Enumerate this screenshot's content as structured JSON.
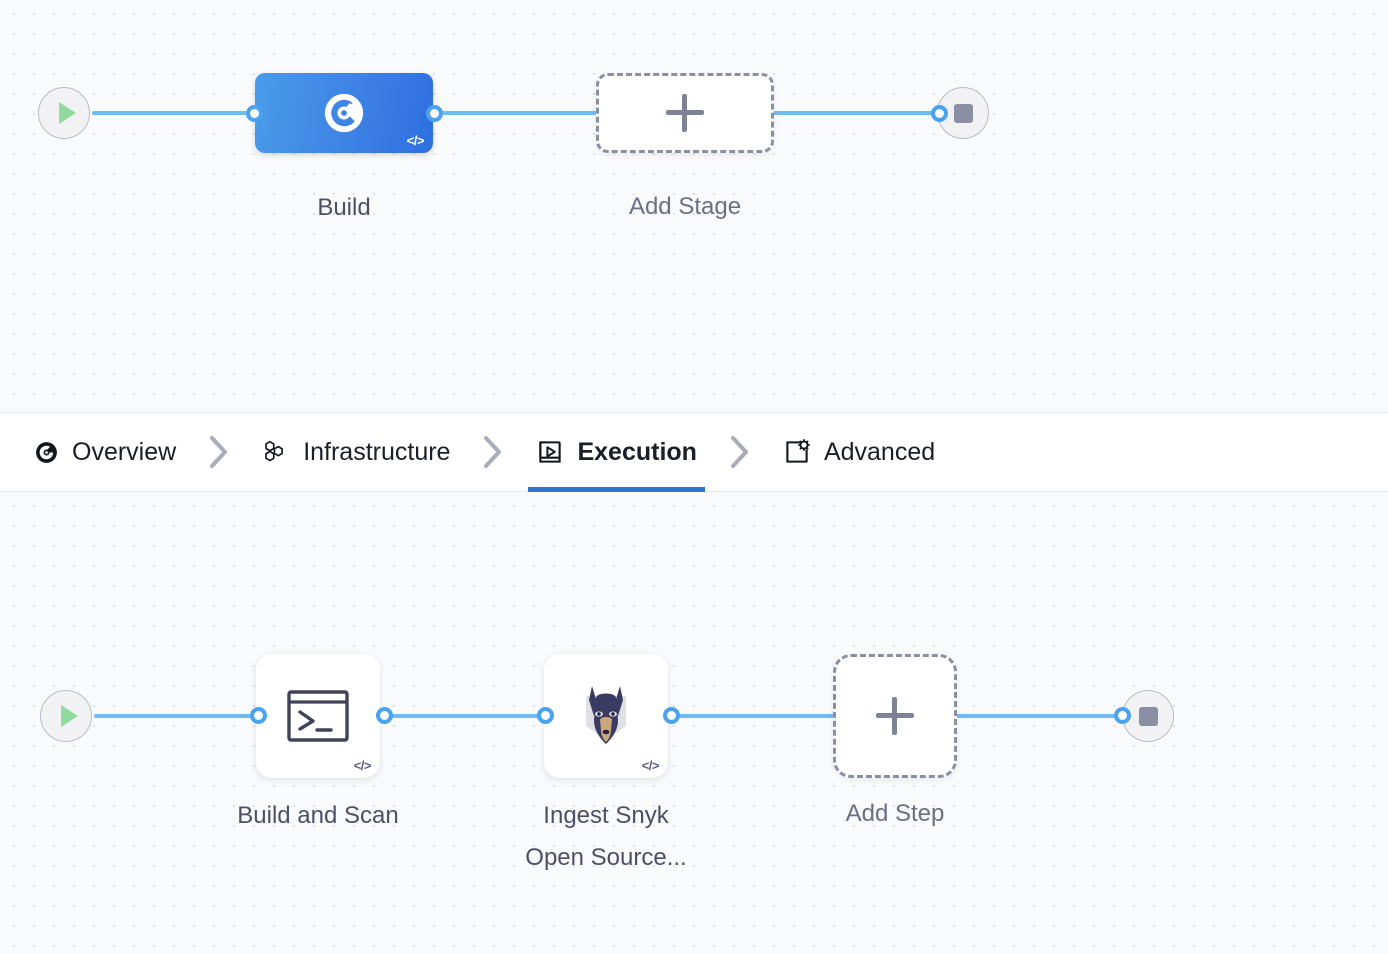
{
  "theme": {
    "canvas_bg": "#f9fafc",
    "grid_dot": "#dcdfe6",
    "link_blue": "#6fbbf5",
    "port_blue": "#4aa3ef",
    "stage_blue_from": "#4a9bea",
    "stage_blue_to": "#2e6fe0",
    "active_tab_underline": "#2f74d0",
    "start_green": "#92dba0",
    "stop_gray": "#8b8fa3",
    "label_gray": "#4c5067",
    "dashed_border": "#8a8fa3",
    "snyk_navy": "#3b3b62",
    "snyk_tan": "#c9a87c"
  },
  "stage_row": {
    "start_node": {
      "name": "start",
      "icon": "play-icon"
    },
    "end_node": {
      "name": "end",
      "icon": "stop-icon"
    },
    "nodes": [
      {
        "id": "build-stage",
        "label": "Build",
        "type": "stage",
        "icon": "ci-build-icon",
        "badge": "</>",
        "selected": true
      },
      {
        "id": "add-stage",
        "label": "Add Stage",
        "type": "add",
        "icon": "plus-icon"
      }
    ]
  },
  "tabs": {
    "items": [
      {
        "id": "overview",
        "label": "Overview",
        "icon": "ci-build-icon",
        "active": false
      },
      {
        "id": "infrastructure",
        "label": "Infrastructure",
        "icon": "hexagons-icon",
        "active": false
      },
      {
        "id": "execution",
        "label": "Execution",
        "icon": "play-frame-icon",
        "active": true
      },
      {
        "id": "advanced",
        "label": "Advanced",
        "icon": "gear-box-icon",
        "active": false
      }
    ],
    "separator_icon": "chevron-right-icon"
  },
  "step_row": {
    "start_node": {
      "name": "start",
      "icon": "play-icon"
    },
    "end_node": {
      "name": "end",
      "icon": "stop-icon"
    },
    "nodes": [
      {
        "id": "build-and-scan",
        "label": "Build and Scan",
        "type": "step",
        "icon": "terminal-icon",
        "badge": "</>"
      },
      {
        "id": "ingest-snyk",
        "label": "Ingest Snyk\nOpen Source...",
        "type": "step",
        "icon": "snyk-dog-icon",
        "badge": "</>"
      },
      {
        "id": "add-step",
        "label": "Add Step",
        "type": "add",
        "icon": "plus-icon"
      }
    ]
  }
}
